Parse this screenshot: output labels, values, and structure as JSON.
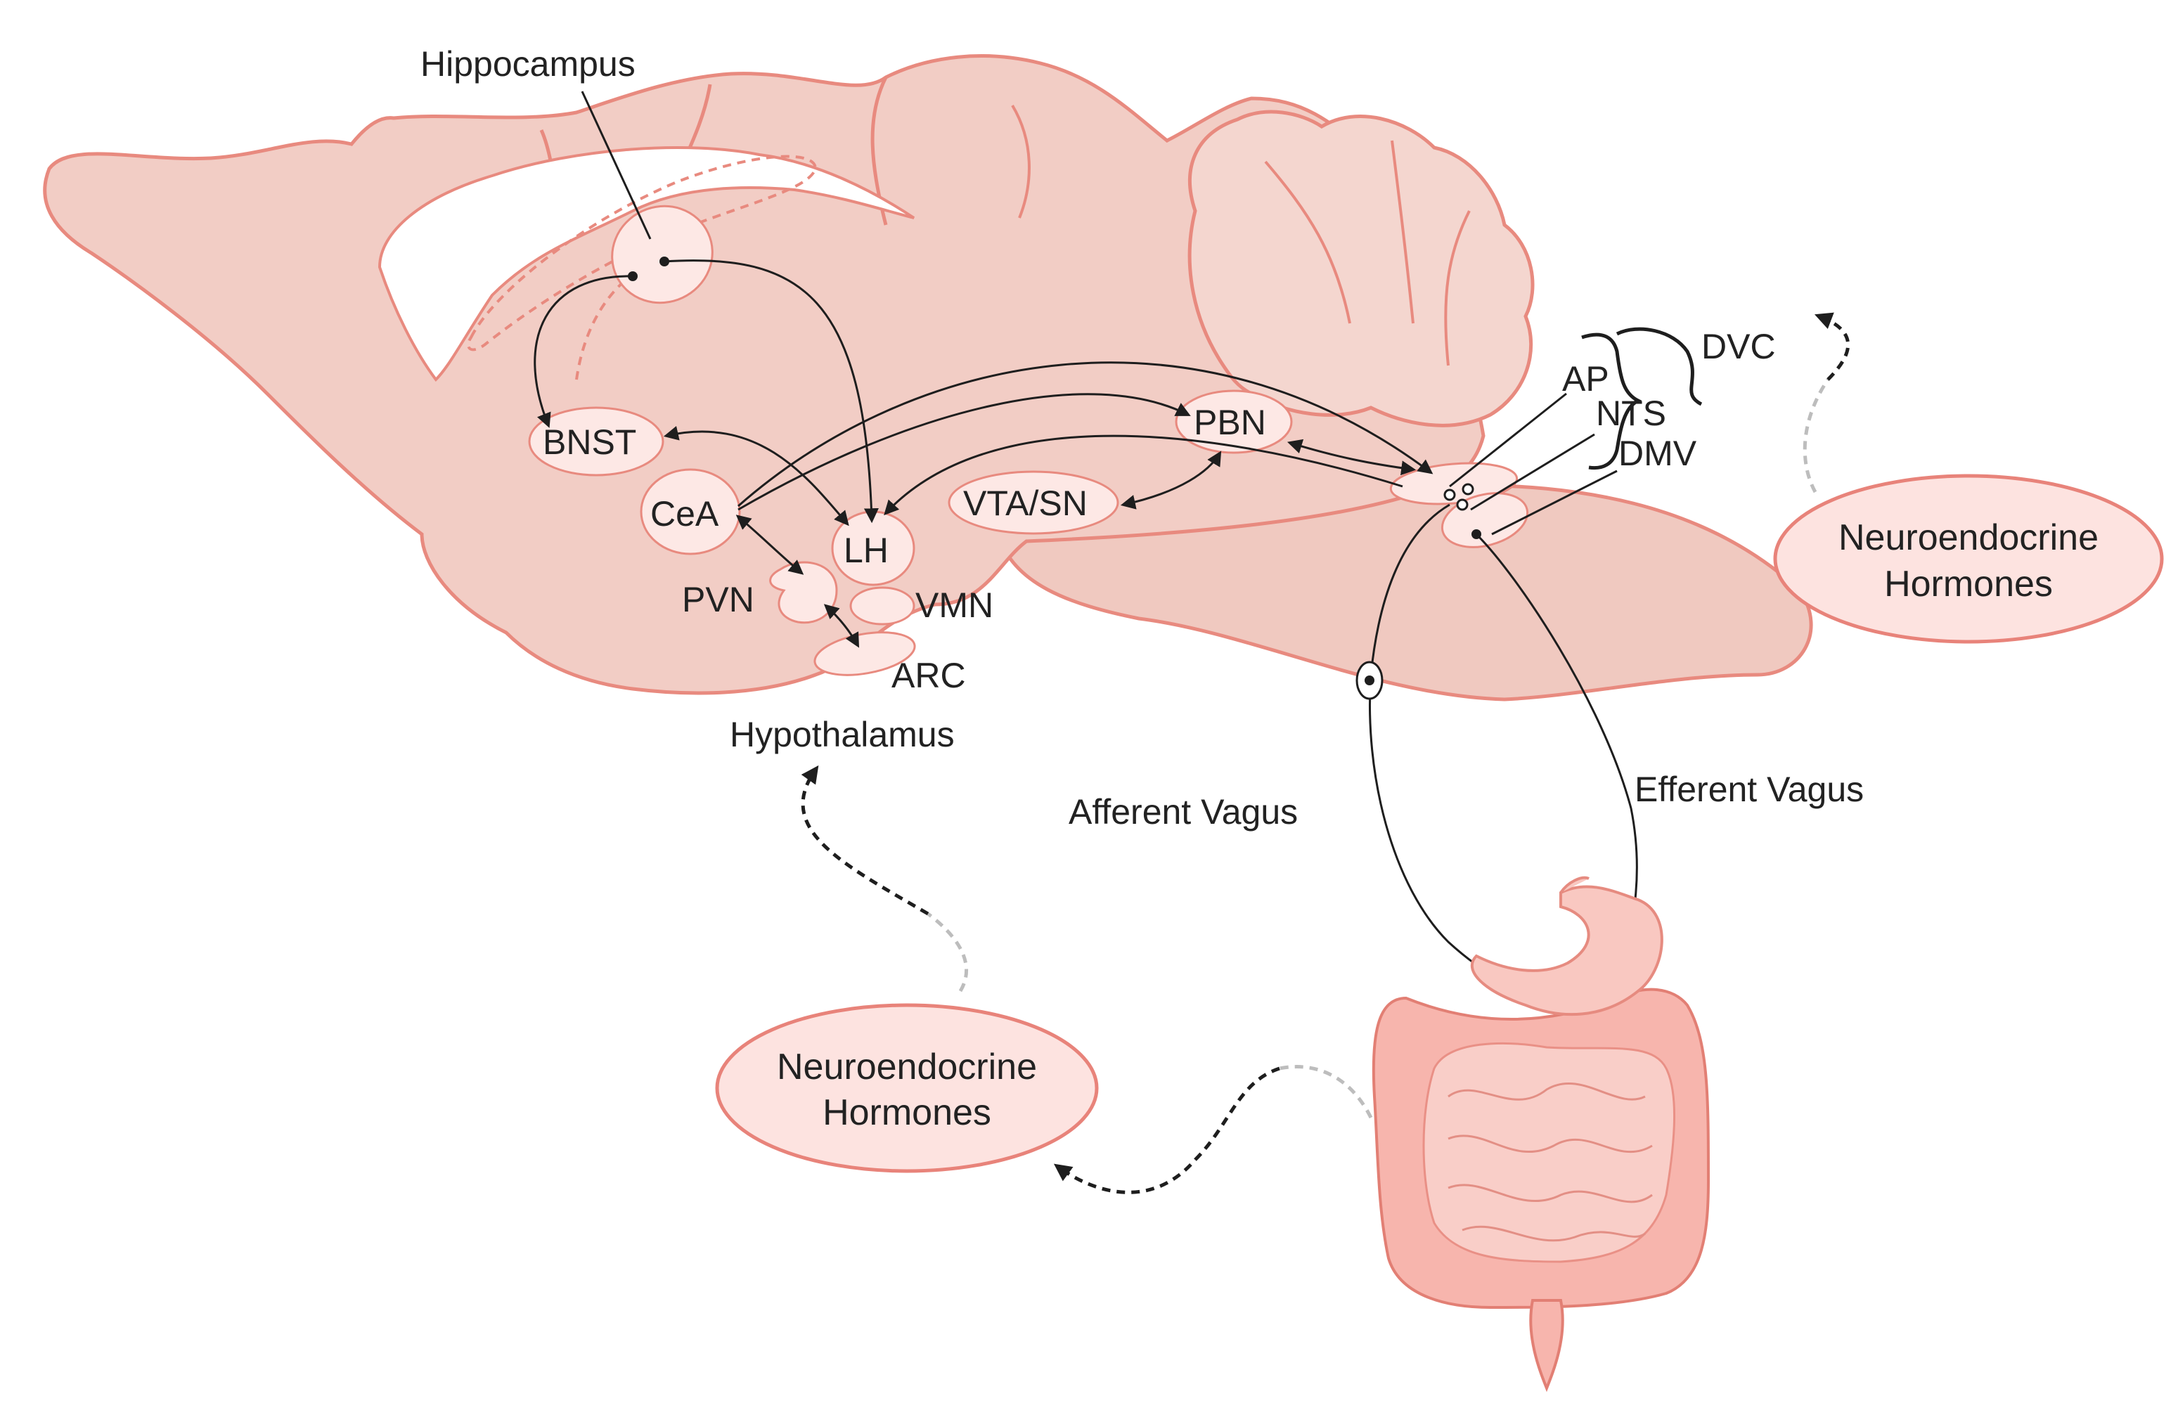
{
  "regions": {
    "hippocampus": "Hippocampus",
    "bnst": "BNST",
    "cea": "CeA",
    "lh": "LH",
    "pvn": "PVN",
    "vmn": "VMN",
    "arc": "ARC",
    "hypothalamus": "Hypothalamus",
    "pbn": "PBN",
    "vta_sn": "VTA/SN",
    "ap": "AP",
    "nts": "NTS",
    "dmv": "DMV",
    "dvc": "DVC"
  },
  "pathways": {
    "afferent_vagus": "Afferent Vagus",
    "efferent_vagus": "Efferent Vagus"
  },
  "hormones": {
    "right": {
      "line1": "Neuroendocrine",
      "line2": "Hormones"
    },
    "left": {
      "line1": "Neuroendocrine",
      "line2": "Hormones"
    }
  },
  "colors": {
    "tissue": "#f2cdc5",
    "outline": "#e88a7f",
    "nucleus": "#fde8e5",
    "gut": "#f7b5ad",
    "arrow": "#1e1e1e"
  }
}
